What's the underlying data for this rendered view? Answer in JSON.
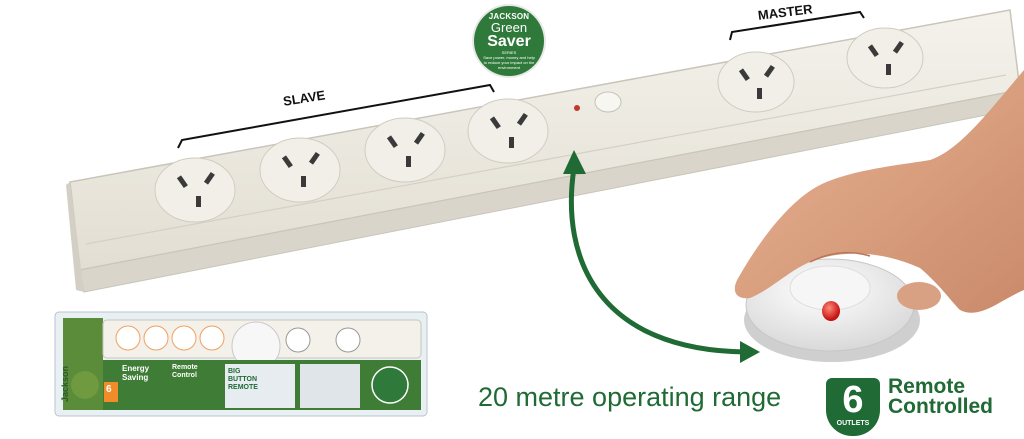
{
  "labels": {
    "slave": "SLAVE",
    "master": "MASTER",
    "range": "20 metre operating range"
  },
  "green_saver_badge": {
    "brand": "JACKSON",
    "line1": "Green",
    "line2": "Saver",
    "series": "SERIES",
    "tagline": "Save power, money and help to reduce your impact on the environment"
  },
  "outlets_badge": {
    "count": "6",
    "unit": "OUTLETS",
    "text_line1": "Remote",
    "text_line2": "Controlled"
  },
  "package": {
    "brand": "Jackson",
    "count": "6",
    "text1": "Energy Saving",
    "text2": "Remote Control",
    "text3": "BIG BUTTON REMOTE"
  },
  "colors": {
    "brand_green": "#1f6a35",
    "strip_body": "#ece9e0",
    "remote_light": "#e0201a"
  }
}
